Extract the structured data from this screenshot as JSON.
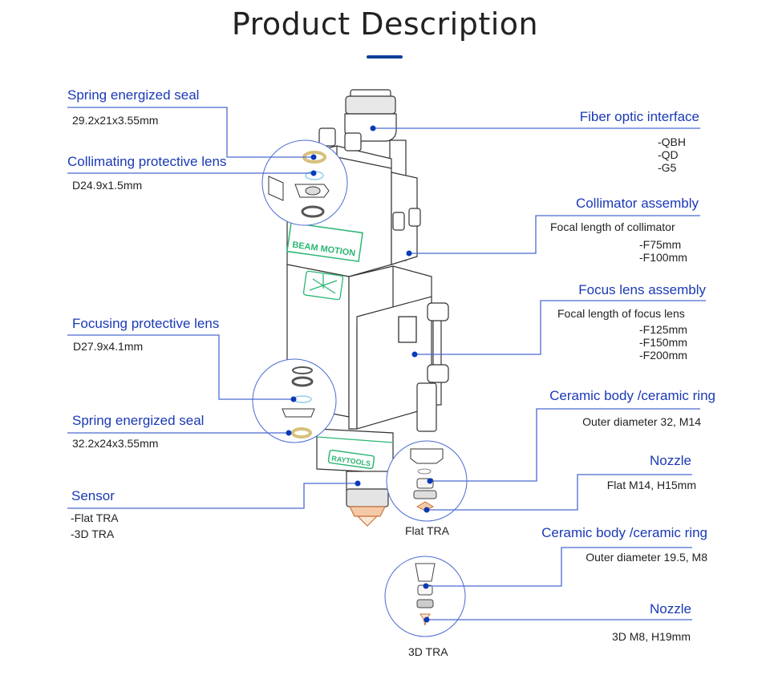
{
  "page": {
    "title": "Product Description",
    "accent_color": "#0b3e9a",
    "heading_color": "#1a39b6",
    "line_color": "#4a6bd0"
  },
  "product": {
    "brand_label_upper": "BEAM MOTION",
    "brand_label_lower": "RAYTOOLS"
  },
  "left_callouts": [
    {
      "heading": "Spring energized seal",
      "lines": [
        "29.2x21x3.55mm"
      ]
    },
    {
      "heading": "Collimating protective lens",
      "lines": [
        "D24.9x1.5mm"
      ]
    },
    {
      "heading": "Focusing protective lens",
      "lines": [
        "D27.9x4.1mm"
      ]
    },
    {
      "heading": "Spring energized seal",
      "lines": [
        "32.2x24x3.55mm"
      ]
    },
    {
      "heading": "Sensor",
      "lines": [
        "-Flat TRA",
        "-3D TRA"
      ]
    }
  ],
  "right_callouts": [
    {
      "heading": "Fiber optic interface",
      "lines": [
        "-QBH",
        "-QD",
        "-G5"
      ]
    },
    {
      "heading": "Collimator assembly",
      "subtitle": "Focal length of collimator",
      "lines": [
        "-F75mm",
        "-F100mm"
      ]
    },
    {
      "heading": "Focus lens assembly",
      "subtitle": "Focal length of focus lens",
      "lines": [
        "-F125mm",
        "-F150mm",
        "-F200mm"
      ]
    },
    {
      "heading": "Ceramic body /ceramic ring",
      "lines": [
        "Outer diameter 32, M14"
      ]
    },
    {
      "heading": "Nozzle",
      "lines": [
        "Flat M14, H15mm"
      ]
    },
    {
      "heading": "Ceramic body /ceramic ring",
      "lines": [
        "Outer diameter 19.5, M8"
      ]
    },
    {
      "heading": "Nozzle",
      "lines": [
        "3D M8, H19mm"
      ]
    }
  ],
  "captions": {
    "flat_tra": "Flat TRA",
    "tra_3d": "3D TRA"
  }
}
